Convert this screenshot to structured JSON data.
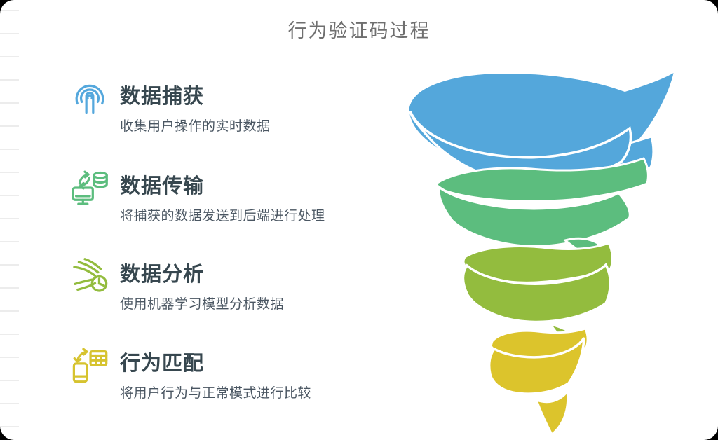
{
  "page": {
    "title": "行为验证码过程"
  },
  "steps": [
    {
      "title": "数据捕获",
      "desc": "收集用户操作的实时数据",
      "icon": "touch-capture-icon",
      "color": "#55a8dd"
    },
    {
      "title": "数据传输",
      "desc": "将捕获的数据发送到后端进行处理",
      "icon": "monitor-database-transfer-icon",
      "color": "#5cbd7e"
    },
    {
      "title": "数据分析",
      "desc": "使用机器学习模型分析数据",
      "icon": "stream-piechart-analysis-icon",
      "color": "#93bc3e"
    },
    {
      "title": "行为匹配",
      "desc": "将用户行为与正常模式进行比较",
      "icon": "phone-table-match-icon",
      "color": "#d6c32f"
    }
  ],
  "funnel": {
    "type": "spiral-funnel",
    "layers": [
      {
        "color": "#54a7db"
      },
      {
        "color": "#5cbd7e"
      },
      {
        "color": "#93bc3e"
      },
      {
        "color": "#dcc42c"
      }
    ]
  },
  "colors": {
    "step_title": "#37474f",
    "step_desc": "#4a5662",
    "page_title": "#6f6f6f",
    "background": "#ffffff"
  }
}
